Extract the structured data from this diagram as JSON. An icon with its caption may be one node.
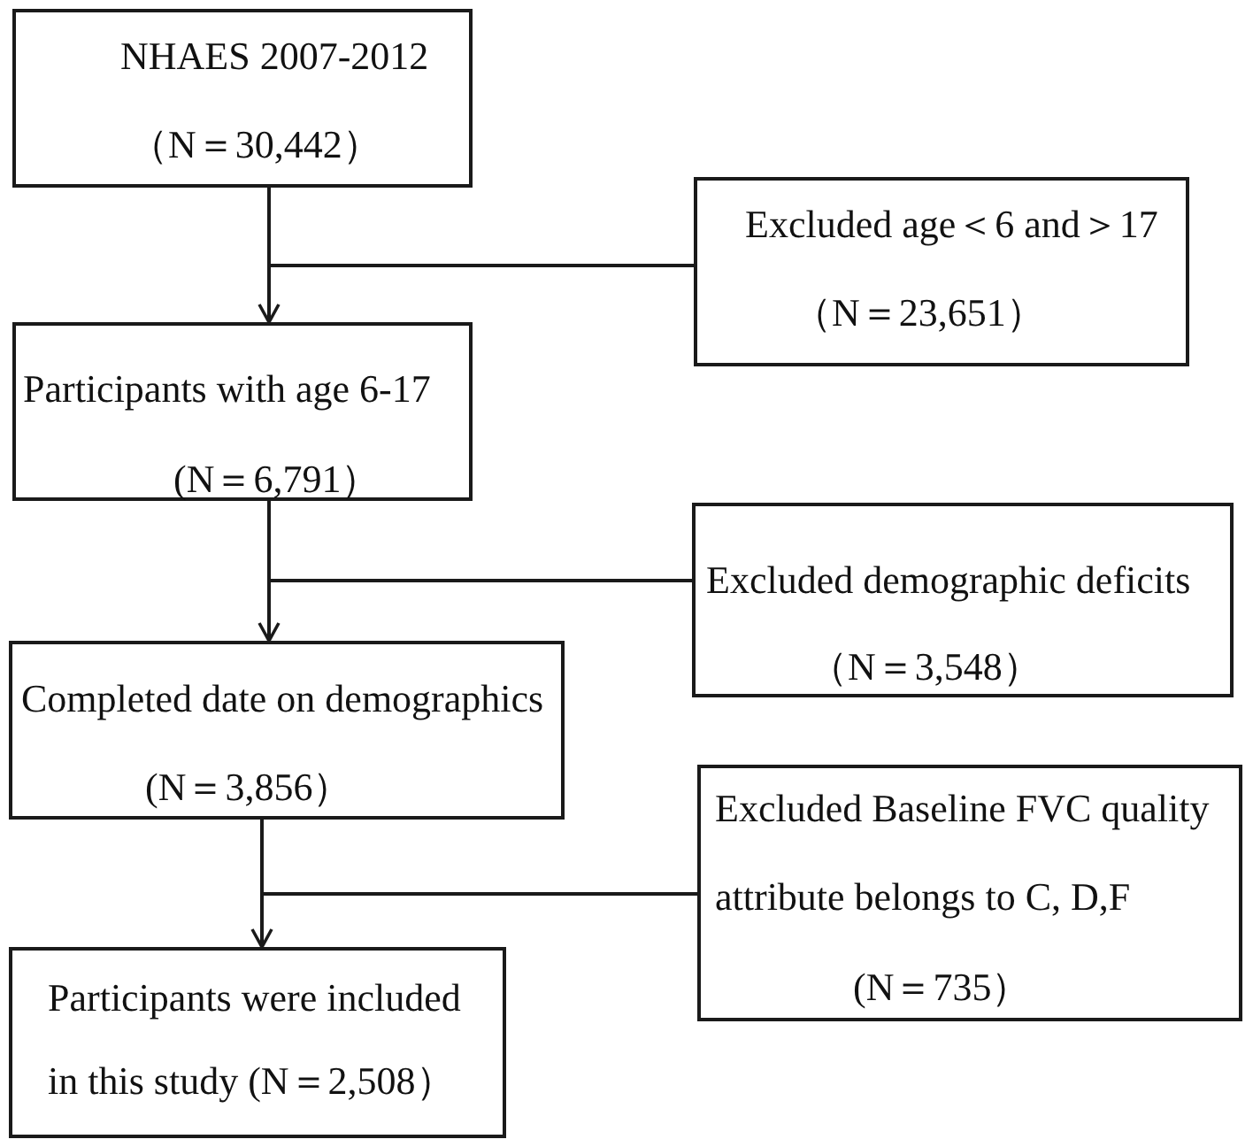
{
  "diagram": {
    "nodes": [
      {
        "text": [
          "NHAES 2007-2012",
          "（N＝30,442）"
        ]
      },
      {
        "text": [
          "Excluded age＜6 and＞17",
          "（N＝23,651）"
        ]
      },
      {
        "text": [
          "Participants with age 6-17",
          "(N＝6,791）"
        ]
      },
      {
        "text": [
          "Excluded demographic deficits",
          "（N＝3,548）"
        ]
      },
      {
        "text": [
          "Completed date on demographics",
          "(N＝3,856）"
        ]
      },
      {
        "text": [
          "Excluded Baseline FVC quality attribute belongs to C, D,F",
          "(N＝735）"
        ]
      },
      {
        "text": [
          "Participants were included in this study (N＝2,508）"
        ]
      }
    ],
    "edges": [
      {
        "from": 0,
        "to": 2,
        "arrow": "to"
      },
      {
        "from": 0,
        "to": 1,
        "arrow": "none"
      },
      {
        "from": 2,
        "to": 4,
        "arrow": "to"
      },
      {
        "from": 2,
        "to": 3,
        "arrow": "none"
      },
      {
        "from": 4,
        "to": 6,
        "arrow": "to"
      },
      {
        "from": 4,
        "to": 5,
        "arrow": "none"
      }
    ]
  }
}
